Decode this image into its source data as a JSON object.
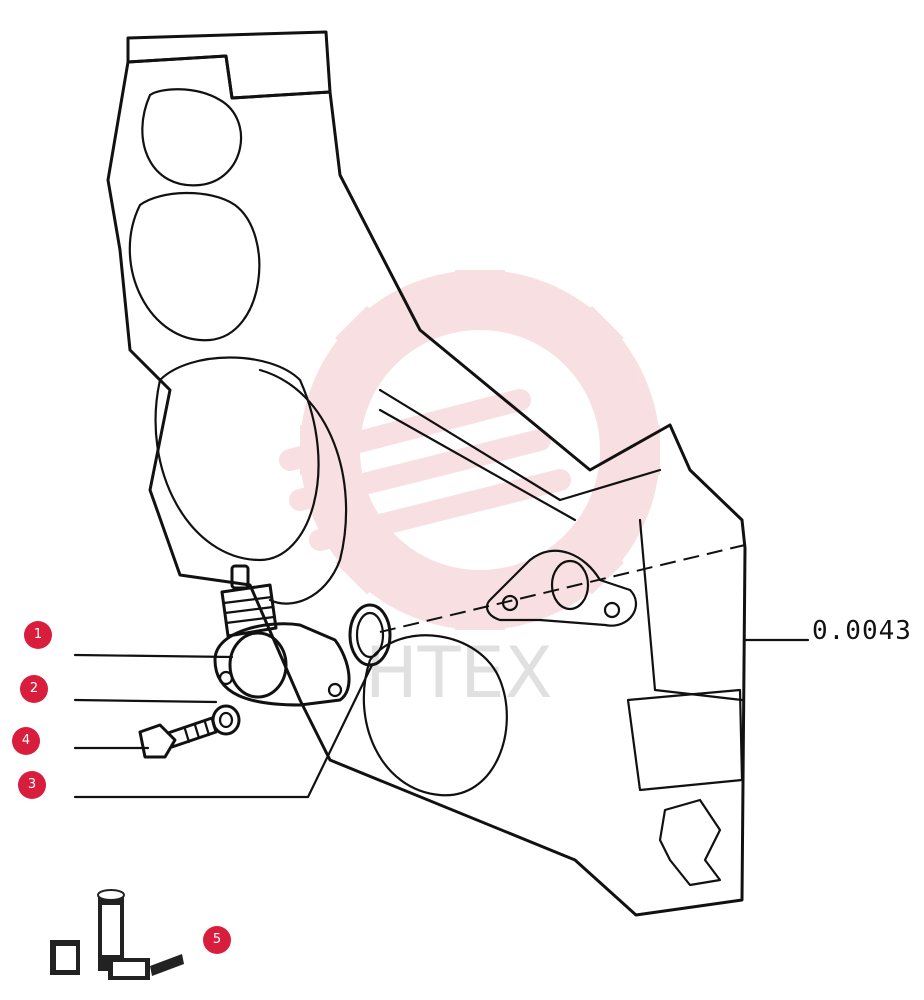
{
  "reference_code": "0.0043",
  "watermark_text": "HTEX",
  "callouts": [
    {
      "id": "1",
      "label": "1"
    },
    {
      "id": "2",
      "label": "2"
    },
    {
      "id": "4",
      "label": "4"
    },
    {
      "id": "3",
      "label": "3"
    },
    {
      "id": "5",
      "label": "5"
    }
  ],
  "colors": {
    "callout_fill": "#d81e3c",
    "watermark": "#f4c6cc",
    "line_art": "#111111"
  },
  "icons": [
    "timing-gear-housing",
    "fuel-feed-pump",
    "washer",
    "bolt",
    "o-ring-seal",
    "sealant-product"
  ]
}
